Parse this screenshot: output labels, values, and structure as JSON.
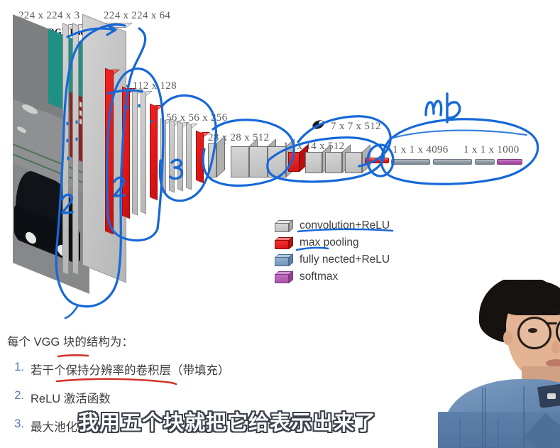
{
  "diagram": {
    "title_labels": [
      {
        "text": "224 x 224 x 3",
        "name": "label-224-3"
      },
      {
        "text": "224 x 224 x 64",
        "name": "label-224-64"
      },
      {
        "text": "112 x 112 x 128",
        "name": "label-112-128"
      },
      {
        "text": "56 x 56 x 256",
        "name": "label-56-256"
      },
      {
        "text": "28 x 28 x 512",
        "name": "label-28-512"
      },
      {
        "text": "14 x 14 x 512",
        "name": "label-14-512"
      },
      {
        "text": "7 x 7 x 512",
        "name": "label-7-512"
      },
      {
        "text": "1 x 1 x 4096",
        "name": "label-1-4096"
      },
      {
        "text": "1 x 1 x 1000",
        "name": "label-1-1000"
      }
    ],
    "input_caption": "Input RGB Image",
    "legend": [
      {
        "label": "convolution+ReLU",
        "color": "#c9c9c9",
        "kind": "gray"
      },
      {
        "label": "max pooling",
        "color": "#e81c1c",
        "kind": "red"
      },
      {
        "label": "fully nected+ReLU",
        "color": "#7f9fc0",
        "kind": "blue"
      },
      {
        "label": "softmax",
        "color": "#ab51a8",
        "kind": "purple"
      }
    ],
    "annotations": {
      "ink_color": "#1668d8",
      "handwriting": [
        {
          "text": "2",
          "name": "handwritten-block-count-1"
        },
        {
          "text": "2",
          "name": "handwritten-block-count-2"
        },
        {
          "text": "3",
          "name": "handwritten-block-count-3"
        },
        {
          "text": "mlp",
          "name": "handwritten-mlp"
        }
      ]
    }
  },
  "document": {
    "heading": "每个 VGG 块的结构为：",
    "items": [
      {
        "num": "1.",
        "text": "若干个保持分辨率的卷积层（带填充）"
      },
      {
        "num": "2.",
        "text": "ReLU 激活函数"
      },
      {
        "num": "3.",
        "text": "最大池化层"
      }
    ],
    "underline_color": "#d2352a"
  },
  "subtitle": {
    "text": "我用五个块就把它给表示出来了"
  }
}
